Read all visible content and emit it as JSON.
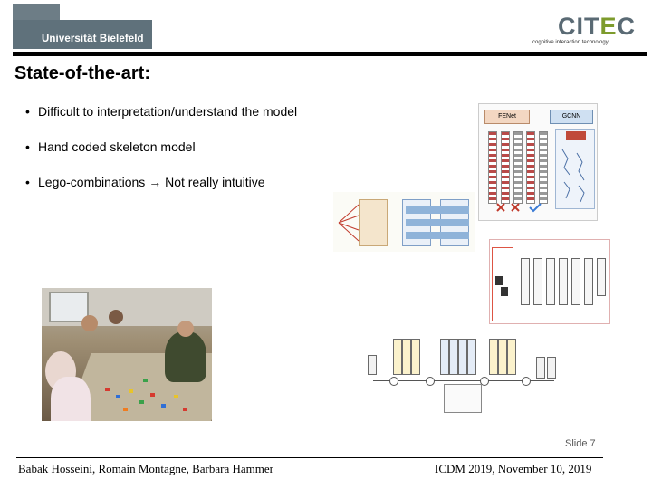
{
  "header": {
    "university": "Universität Bielefeld",
    "citec_logo": {
      "text_main": "CIT",
      "text_accent": "E",
      "text_end": "C",
      "subtitle": "cognitive interaction technology"
    },
    "colors": {
      "university_grey": "#5f717b",
      "citec_grey": "#5a6a74",
      "citec_green": "#7d9b2c"
    }
  },
  "title": "State-of-the-art:",
  "bullets": [
    {
      "marker": "•",
      "text": "Difficult to interpretation/understand the model"
    },
    {
      "marker": "•",
      "text": "Hand coded skeleton model"
    },
    {
      "marker": "•",
      "text_before": "Lego-combinations",
      "arrow": "→",
      "text_after": "Not really intuitive"
    }
  ],
  "figures": {
    "fenet_panel": {
      "label_left": "FENet",
      "label_right": "GCNN"
    }
  },
  "footer": {
    "slide": "Slide 7",
    "authors": "Babak Hosseini, Romain Montagne, Barbara Hammer",
    "conference": "ICDM 2019, November 10, 2019"
  }
}
